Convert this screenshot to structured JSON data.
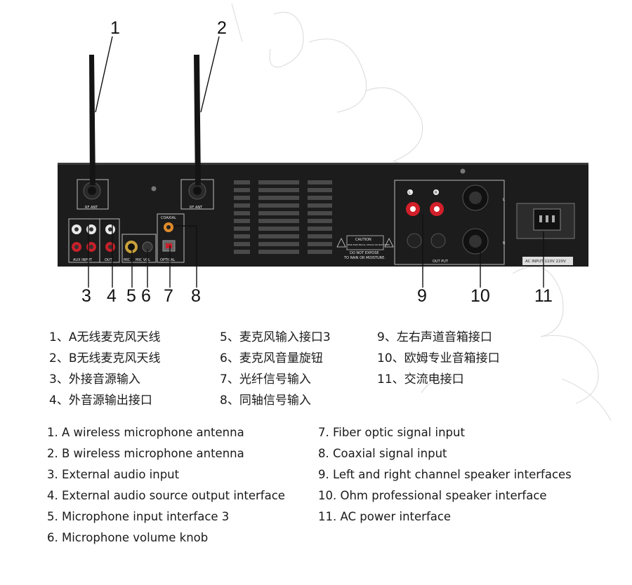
{
  "callouts": [
    "1",
    "2",
    "3",
    "4",
    "5",
    "6",
    "7",
    "8",
    "9",
    "10",
    "11"
  ],
  "panel_labels": {
    "rf_ant_a": "RF ANT",
    "rf_ant_b": "RF ANT",
    "aux_input": "AUX INPUT",
    "out": "OUT",
    "mic": "MIC",
    "mic_vol": "MIC VOL",
    "coaxial": "COAXIAL",
    "optical": "OPTICAL",
    "caution": "CAUTION",
    "caution_sub": "RISK ELECTRICAL SHOCK DO NOT OPEN",
    "warning_line1": "DO NOT EXPOSE",
    "warning_line2": "TO RAIN OR MOISTURE.",
    "left_channel": "L",
    "right_channel": "R",
    "output": "OUT PUT",
    "ac_input": "AC INPUT 110V 220V"
  },
  "legend_cn": {
    "col1": [
      "1、A无线麦克风天线",
      "2、B无线麦克风天线",
      "3、外接音源输入",
      "4、外音源输出接口"
    ],
    "col2": [
      "5、麦克风输入接口3",
      "6、麦克风音量旋钮",
      "7、光纤信号输入",
      "8、同轴信号输入"
    ],
    "col3": [
      "9、左右声道音箱接口",
      "10、欧姆专业音箱接口",
      "11、交流电接口"
    ]
  },
  "legend_en": {
    "col1": [
      "1. A wireless microphone antenna",
      "2. B wireless microphone antenna",
      "3. External audio input",
      "4. External audio source output interface",
      "5. Microphone input interface 3",
      "6. Microphone volume knob"
    ],
    "col2": [
      "7. Fiber optic signal input",
      "8. Coaxial signal input",
      "9. Left and right channel speaker interfaces",
      "10. Ohm professional speaker interface",
      "11. AC power interface"
    ]
  },
  "colors": {
    "chassis": "#1c1c1c",
    "panel_line": "#bdbdbd",
    "red_post": "#d21f2a",
    "jack_red": "#c8202a",
    "gold": "#c9a23a",
    "orange_jack": "#e08a2a"
  }
}
